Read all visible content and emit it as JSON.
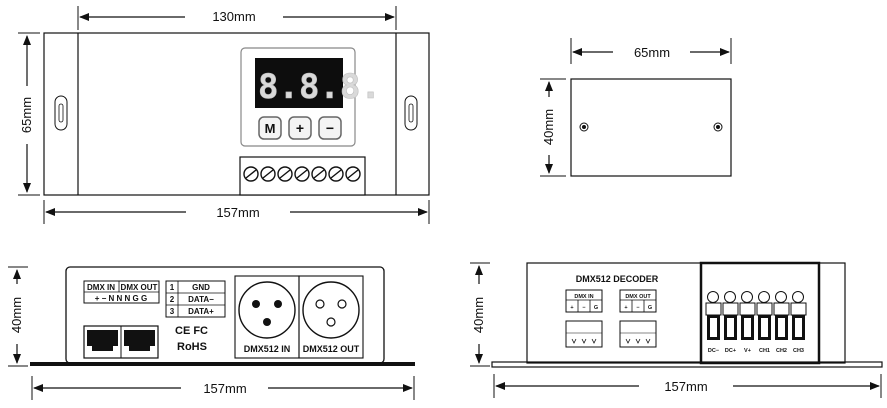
{
  "dimensions": {
    "top_width": "130mm",
    "top_height": "65mm",
    "top_base": "157mm",
    "side_width": "65mm",
    "side_height": "40mm",
    "front_height": "40mm",
    "front_base": "157mm",
    "back_height": "40mm",
    "back_base": "157mm"
  },
  "display": {
    "digits": "8.8.8.",
    "buttons": [
      "M",
      "+",
      "−"
    ]
  },
  "front": {
    "dmx_in": "DMX  IN",
    "dmx_out": "DMX  OUT",
    "pins": "+  −  N  N  N  G  G",
    "pin_rows": [
      {
        "num": "1",
        "name": "GND"
      },
      {
        "num": "2",
        "name": "DATA−"
      },
      {
        "num": "3",
        "name": "DATA+"
      }
    ],
    "cert": "CE FC",
    "rohs": "RoHS",
    "xlr_in_label": "DMX512 IN",
    "xlr_out_label": "DMX512 OUT"
  },
  "back": {
    "title": "DMX512 DECODER",
    "dmx_in": "DMX IN",
    "dmx_out": "DMX OUT",
    "pin_in": [
      "+",
      "−",
      "G"
    ],
    "pin_out": [
      "+",
      "−",
      "G"
    ],
    "channels": [
      "DC−",
      "DC+",
      "V+",
      "CH1",
      "CH2",
      "CH3"
    ]
  }
}
